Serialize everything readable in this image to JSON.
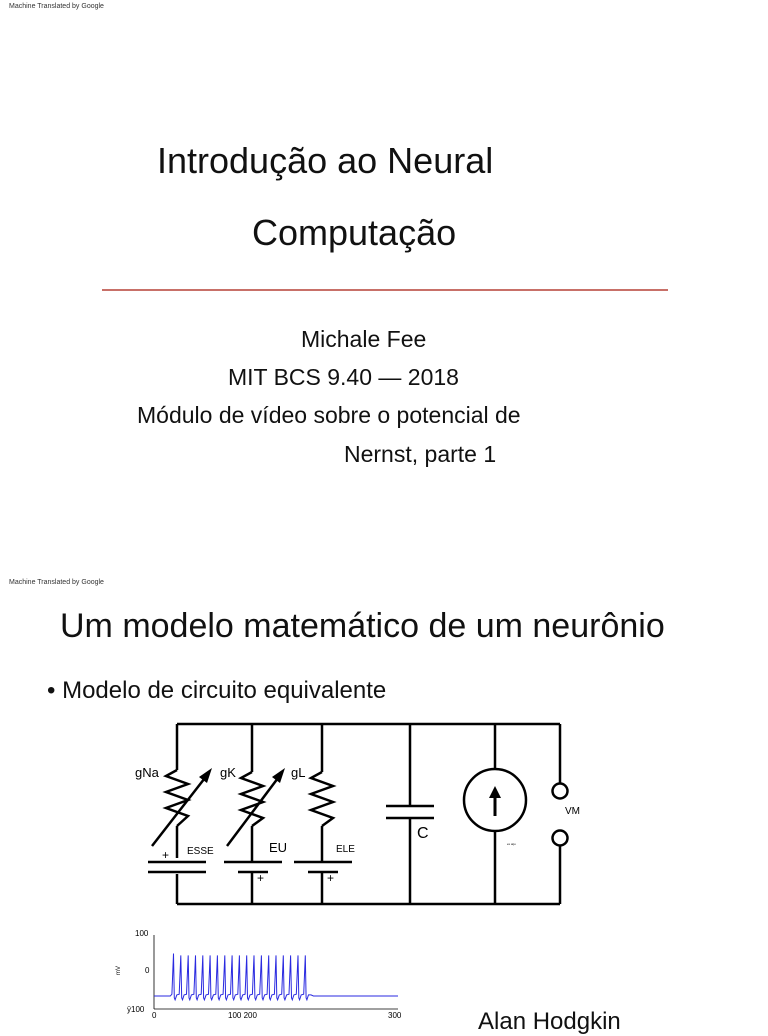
{
  "slide1": {
    "watermark": "Machine Translated by Google",
    "title_line1": "Introdução ao Neural",
    "title_line2": "Computação",
    "author": "Michale Fee",
    "course": "MIT BCS 9.40 — 2018",
    "module_line1": "Módulo de vídeo sobre o potencial de",
    "module_line2": "Nernst, parte 1",
    "rule_color": "#c87068"
  },
  "slide2": {
    "watermark": "Machine Translated by Google",
    "title": "Um modelo matemático de um neurônio",
    "bullet": "• Modelo de circuito equivalente",
    "circuit": {
      "label_gna": "gNa",
      "label_gk": "gK",
      "label_gl": "gL",
      "label_esse": "ESSE",
      "label_eu": "EU",
      "label_ele": "ELE",
      "label_c": "C",
      "label_vm": "VM",
      "label_plus": "+",
      "label_source_tiny": "ex aiju"
    },
    "chart": {
      "ylabel": "mV",
      "ytick_top": "100",
      "ytick_mid": "0",
      "ytick_bottom": "ÿ100",
      "xtick_0": "0",
      "xtick_mid": "100 200",
      "xtick_end": "300",
      "line_color": "#2a2ae0"
    },
    "caption": "Alan Hodgkin"
  },
  "chart_data": {
    "type": "line",
    "title": "",
    "xlabel": "",
    "ylabel": "mV",
    "xlim": [
      0,
      300
    ],
    "ylim": [
      -100,
      100
    ],
    "series": [
      {
        "values_description_free": true,
        "x": [
          0,
          20,
          22,
          24,
          25,
          26,
          28,
          31,
          33,
          34,
          35,
          37,
          40,
          42,
          43,
          44,
          46,
          49,
          51,
          52,
          53,
          55,
          58,
          60,
          61,
          62,
          64,
          67,
          69,
          70,
          71,
          73,
          76,
          78,
          79,
          80,
          82,
          85,
          87,
          88,
          89,
          91,
          94,
          96,
          97,
          98,
          100,
          103,
          105,
          106,
          107,
          109,
          112,
          114,
          115,
          116,
          118,
          121,
          123,
          124,
          125,
          127,
          130,
          132,
          133,
          134,
          136,
          139,
          141,
          142,
          143,
          145,
          148,
          150,
          151,
          152,
          154,
          157,
          159,
          160,
          161,
          163,
          166,
          168,
          169,
          170,
          172,
          175,
          177,
          178,
          179,
          181,
          184,
          186,
          187,
          188,
          190,
          193,
          196,
          300
        ],
        "y": [
          -65,
          -65,
          -60,
          50,
          -70,
          -75,
          -62,
          -60,
          45,
          -70,
          -75,
          -62,
          -60,
          45,
          -70,
          -75,
          -62,
          -60,
          45,
          -70,
          -75,
          -62,
          -60,
          45,
          -70,
          -75,
          -62,
          -60,
          45,
          -70,
          -75,
          -62,
          -60,
          45,
          -70,
          -75,
          -62,
          -60,
          45,
          -70,
          -75,
          -62,
          -60,
          45,
          -70,
          -75,
          -62,
          -60,
          45,
          -70,
          -75,
          -62,
          -60,
          45,
          -70,
          -75,
          -62,
          -60,
          45,
          -70,
          -75,
          -62,
          -60,
          45,
          -70,
          -75,
          -62,
          -60,
          45,
          -70,
          -75,
          -62,
          -60,
          45,
          -70,
          -75,
          -62,
          -60,
          45,
          -70,
          -75,
          -62,
          -60,
          45,
          -70,
          -75,
          -62,
          -60,
          45,
          -70,
          -75,
          -62,
          -60,
          45,
          -70,
          -75,
          -62,
          -62,
          -65,
          -65
        ]
      }
    ]
  }
}
